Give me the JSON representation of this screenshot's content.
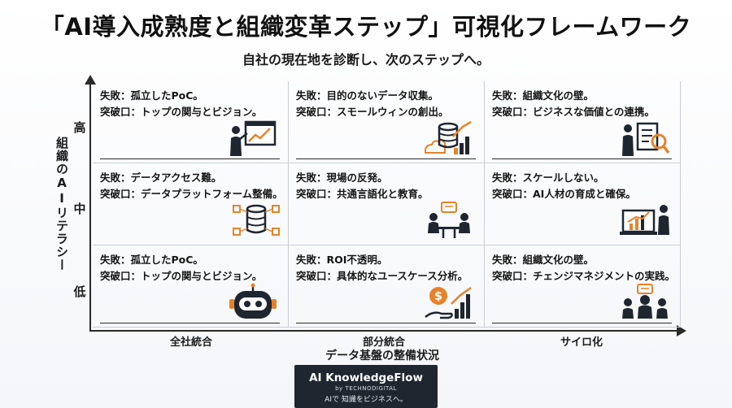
{
  "title": "「AI導入成熟度と組織変革ステップ」可視化フレームワーク",
  "subtitle": "自社の現在地を診断し、次のステップへ。",
  "y_axis": {
    "label": "組織のAIリテラシー",
    "ticks": [
      "高",
      "中",
      "低"
    ]
  },
  "x_axis": {
    "label": "データ基盤の整備状況",
    "ticks": [
      "全社統合",
      "部分統合",
      "サイロ化"
    ]
  },
  "cells": [
    {
      "fail": "失敗：孤立したPoC。",
      "breakthrough": "突破口：トップの関与とビジョン。",
      "icon": "presenter-chart-icon"
    },
    {
      "fail": "失敗：目的のないデータ収集。",
      "breakthrough": "突破口：スモールウィンの創出。",
      "icon": "database-growth-icon"
    },
    {
      "fail": "失敗：組織文化の壁。",
      "breakthrough": "突破口：ビジネスな価値との連携。",
      "icon": "analyst-checklist-icon"
    },
    {
      "fail": "失敗：データアクセス難。",
      "breakthrough": "突破口：データプラットフォーム整備。",
      "icon": "data-platform-icon"
    },
    {
      "fail": "失敗：現場の反発。",
      "breakthrough": "突破口：共通言語化と教育。",
      "icon": "meeting-icon"
    },
    {
      "fail": "失敗：スケールしない。",
      "breakthrough": "突破口：AI人材の育成と確保。",
      "icon": "laptop-presenter-icon"
    },
    {
      "fail": "失敗：孤立したPoC。",
      "breakthrough": "突破口：トップの関与とビジョン。",
      "icon": "robot-icon"
    },
    {
      "fail": "失敗：ROI不透明。",
      "breakthrough": "突破口：具体的なユースケース分析。",
      "icon": "roi-money-icon"
    },
    {
      "fail": "失敗：組織文化の壁。",
      "breakthrough": "突破口：チェンジマネジメントの実践。",
      "icon": "team-change-icon"
    }
  ],
  "brand": {
    "name": "AI KnowledgeFlow",
    "by": "by TECHNODIGITAL",
    "tagline": "AIで 知識をビジネスへ。"
  },
  "colors": {
    "accent": "#e8822a",
    "dark": "#1f2630",
    "grid": "#c9ced6"
  }
}
